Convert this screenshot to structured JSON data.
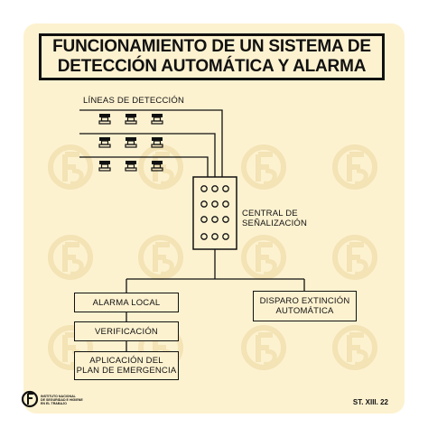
{
  "colors": {
    "background": "#fdf2d0",
    "watermark": "#f3e3b5",
    "line": "#111111"
  },
  "title": {
    "line1": "FUNCIONAMIENTO DE UN SISTEMA DE",
    "line2": "DETECCIÓN AUTOMÁTICA Y ALARMA"
  },
  "detection_label": "LÍNEAS DE DETECCIÓN",
  "central_label": {
    "line1": "CENTRAL DE",
    "line2": "SEÑALIZACIÓN"
  },
  "boxes": {
    "alarm_local": "ALARMA LOCAL",
    "verification": "VERIFICACIÓN",
    "emergency_line1": "APLICACIÓN DEL",
    "emergency_line2": "PLAN DE EMERGENCIA",
    "extinction_line1": "DISPARO EXTINCIÓN",
    "extinction_line2": "AUTOMÁTICA"
  },
  "footer": {
    "institute_line1": "INSTITUTO NACIONAL",
    "institute_line2": "DE SEGURIDAD E HIGIENE",
    "institute_line3": "EN EL TRABAJO",
    "code": "ST. XIII. 22"
  },
  "icons": {
    "detector": "smoke-detector-icon",
    "watermark": "insht-logo-watermark",
    "logo": "insht-logo-icon"
  }
}
